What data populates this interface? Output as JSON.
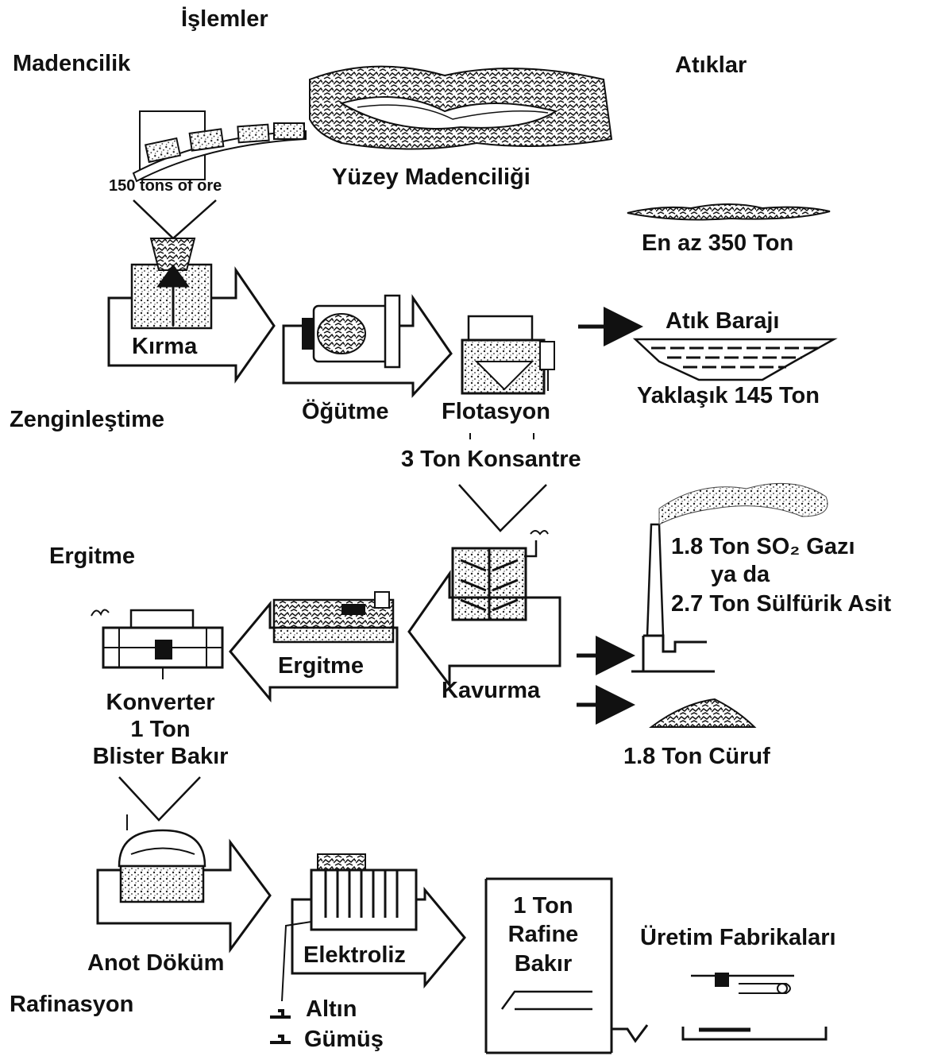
{
  "header": {
    "processes": "İşlemler",
    "wastes": "Atıklar"
  },
  "stages": {
    "mining": "Madencilik",
    "enrichment": "Zenginleştime",
    "smelting": "Ergitme",
    "refining": "Rafinasyon"
  },
  "steps": {
    "surface_mining": "Yüzey Madenciliği",
    "ore": "150 tons of ore",
    "crushing": "Kırma",
    "grinding": "Öğütme",
    "flotation": "Flotasyon",
    "concentrate": "3 Ton Konsantre",
    "roasting": "Kavurma",
    "smelting": "Ergitme",
    "converter": "Konverter",
    "blister_amount": "1 Ton",
    "blister": "Blister Bakır",
    "anode_casting": "Anot Döküm",
    "electrolysis": "Elektroliz",
    "refined_1": "1 Ton",
    "refined_2": "Rafine",
    "refined_3": "Bakır",
    "factories": "Üretim Fabrikaları",
    "gold": "Altın",
    "silver": "Gümüş"
  },
  "wastes": {
    "overburden": "En az 350 Ton",
    "tailings_dam": "Atık Barajı",
    "tailings_amount": "Yaklaşık 145 Ton",
    "so2_line1": "1.8 Ton SO₂ Gazı",
    "so2_line2": "ya da",
    "acid": "2.7 Ton Sülfürik Asit",
    "slag": "1.8 Ton Cüruf"
  },
  "icons": [
    "pit-mine-icon",
    "ore-car-icon",
    "crusher-icon",
    "ball-mill-icon",
    "flotation-cell-icon",
    "roaster-icon",
    "smelter-icon",
    "converter-icon",
    "anode-furnace-icon",
    "electrolysis-cell-icon",
    "smokestack-icon",
    "tailings-dam-icon",
    "slag-heap-icon",
    "waste-pile-icon",
    "factory-icon"
  ]
}
